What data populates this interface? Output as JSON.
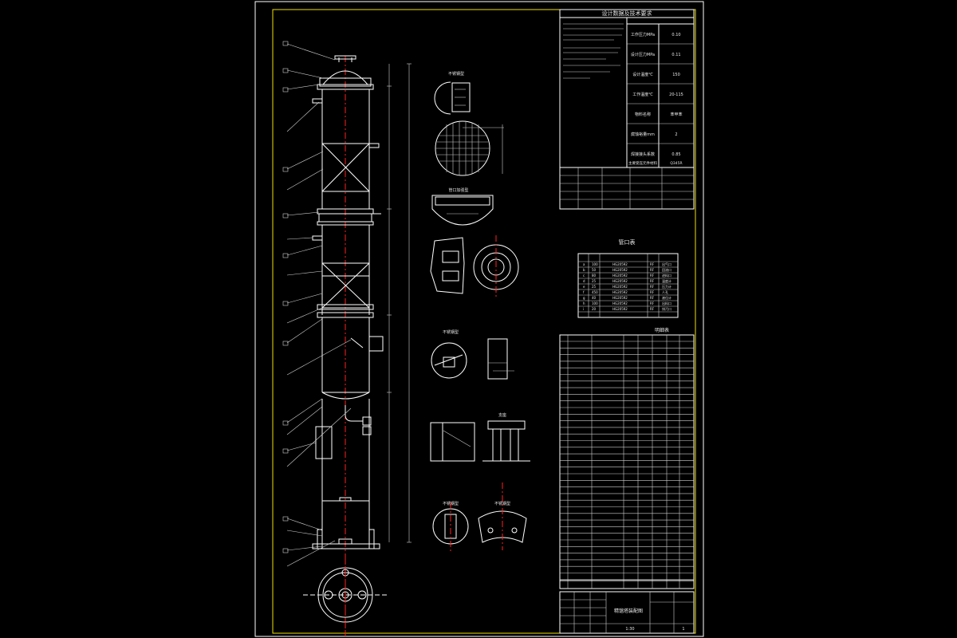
{
  "titles": {
    "tech_spec": "设计数据及技术要求",
    "nozzle_table": "管口表",
    "parts_list": "明细表"
  },
  "detail_titles": {
    "d1": "不锈钢型",
    "d2": "管口加强型",
    "d3": "不锈钢型",
    "d4": "支座",
    "d5": "不锈钢型",
    "d6": "不锈钢型"
  },
  "tech_spec_rows": [
    {
      "label": "工作压力MPa",
      "value": "0.10"
    },
    {
      "label": "设计压力MPa",
      "value": "0.11"
    },
    {
      "label": "设计温度℃",
      "value": "150"
    },
    {
      "label": "工作温度℃",
      "value": "20-115"
    },
    {
      "label": "物料名称",
      "value": "苯甲苯"
    },
    {
      "label": "腐蚀裕量mm",
      "value": "2"
    },
    {
      "label": "焊接接头系数",
      "value": "0.85"
    },
    {
      "label": "主要受压元件材料",
      "value": "Q345R"
    }
  ],
  "nozzle_rows": [
    {
      "sym": "a",
      "dn": "100",
      "std": "HG20592",
      "face": "RF",
      "use": "出气口"
    },
    {
      "sym": "b",
      "dn": "50",
      "std": "HG20592",
      "face": "RF",
      "use": "回流口"
    },
    {
      "sym": "c",
      "dn": "80",
      "std": "HG20592",
      "face": "RF",
      "use": "进料口"
    },
    {
      "sym": "d",
      "dn": "25",
      "std": "HG20592",
      "face": "RF",
      "use": "温度计"
    },
    {
      "sym": "e",
      "dn": "25",
      "std": "HG20592",
      "face": "RF",
      "use": "压力计"
    },
    {
      "sym": "f",
      "dn": "450",
      "std": "HG20592",
      "face": "RF",
      "use": "人孔"
    },
    {
      "sym": "g",
      "dn": "40",
      "std": "HG20592",
      "face": "RF",
      "use": "液位计"
    },
    {
      "sym": "h",
      "dn": "100",
      "std": "HG20592",
      "face": "RF",
      "use": "出料口"
    },
    {
      "sym": "i",
      "dn": "20",
      "std": "HG20592",
      "face": "RF",
      "use": "排污口"
    }
  ],
  "title_block": {
    "name": "精馏塔装配图",
    "scale": "1:30",
    "sheet": "1"
  }
}
